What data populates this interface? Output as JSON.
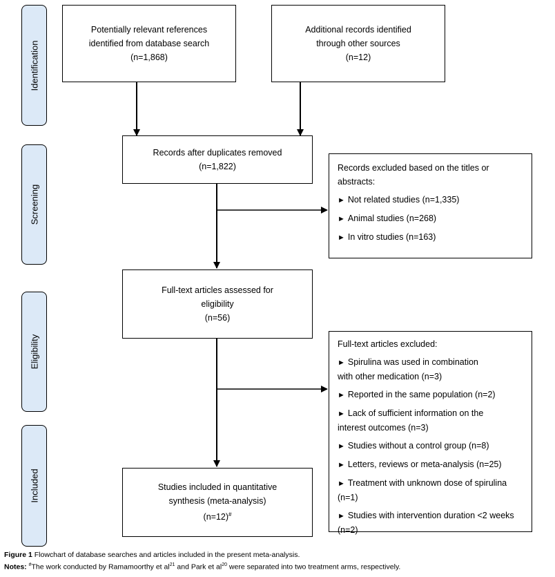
{
  "phases": {
    "identification": "Identification",
    "screening": "Screening",
    "eligibility": "Eligibility",
    "included": "Included"
  },
  "boxes": {
    "database": {
      "line1": "Potentially relevant references",
      "line2": "identified from database search",
      "line3": "(n=1,868)"
    },
    "additional": {
      "line1": "Additional records identified",
      "line2": "through other sources",
      "line3": "(n=12)"
    },
    "duplicates": {
      "line1": "Records after duplicates removed",
      "line2": "(n=1,822)"
    },
    "fulltext": {
      "line1": "Full-text articles assessed for",
      "line2": "eligibility",
      "line3": "(n=56)"
    },
    "included": {
      "line1": "Studies included in quantitative",
      "line2": "synthesis (meta-analysis)",
      "line3": "(n=12)",
      "line3_sup": "#"
    }
  },
  "excluded_screening": {
    "heading_line1": "Records excluded based on the titles or",
    "heading_line2": "abstracts:",
    "items": [
      "Not related studies (n=1,335)",
      "Animal studies (n=268)",
      "In vitro studies (n=163)"
    ]
  },
  "excluded_fulltext": {
    "heading": "Full-text articles excluded:",
    "items": [
      {
        "line1": "Spirulina was used in combination",
        "line2": "with other medication (n=3)"
      },
      {
        "line1": "Reported in the same population (n=2)"
      },
      {
        "line1": "Lack of sufficient information on the",
        "line2": "interest outcomes (n=3)"
      },
      {
        "line1": "Studies without a control group (n=8)"
      },
      {
        "line1": "Letters, reviews or meta-analysis (n=25)"
      },
      {
        "line1": "Treatment with unknown dose of spirulina",
        "line2": "(n=1)"
      },
      {
        "line1": "Studies with intervention duration <2 weeks",
        "line2": "(n=2)"
      }
    ]
  },
  "bullet_glyph": "►",
  "caption": {
    "figure_label": "Figure 1",
    "figure_text": "Flowchart of database searches and articles included in the present meta-analysis.",
    "notes_label": "Notes:",
    "notes_mark": "#",
    "notes_text_a": "The work conducted by Ramamoorthy et al",
    "ref1": "21",
    "notes_text_b": " and Park et al",
    "ref2": "20",
    "notes_text_c": " were separated into two treatment arms, respectively."
  }
}
